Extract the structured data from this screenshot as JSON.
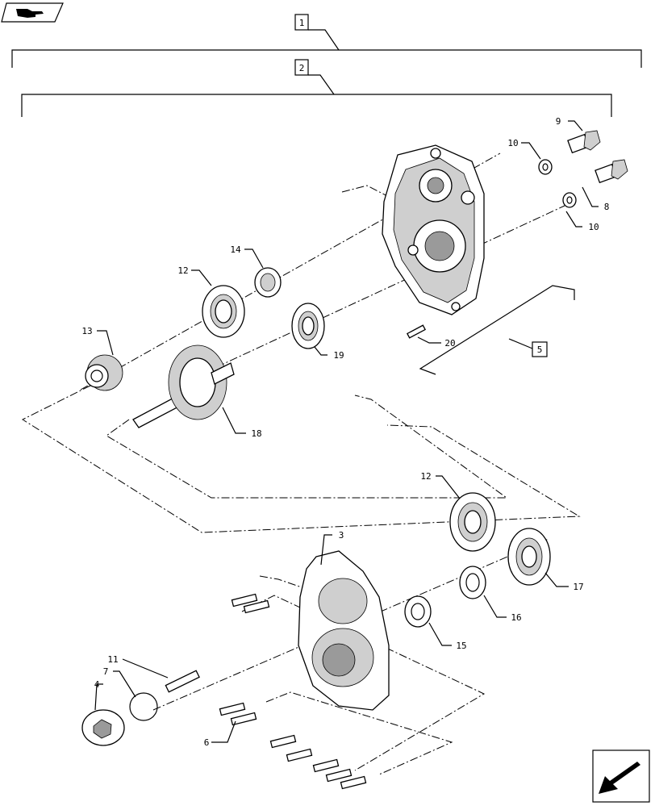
{
  "nav": {
    "prev_icon": "hand-pointing-left-icon",
    "next_icon": "arrow-pointing-down-left-icon"
  },
  "assemblies": {
    "a1": "1",
    "a2": "2",
    "a5": "5"
  },
  "parts": {
    "p3": "3",
    "p4": "4",
    "p6": "6",
    "p7": "7",
    "p8": "8",
    "p9": "9",
    "p10a": "10",
    "p10b": "10",
    "p11": "11",
    "p12a": "12",
    "p12b": "12",
    "p13": "13",
    "p14": "14",
    "p15": "15",
    "p16": "16",
    "p17": "17",
    "p18": "18",
    "p19": "19",
    "p20": "20"
  }
}
